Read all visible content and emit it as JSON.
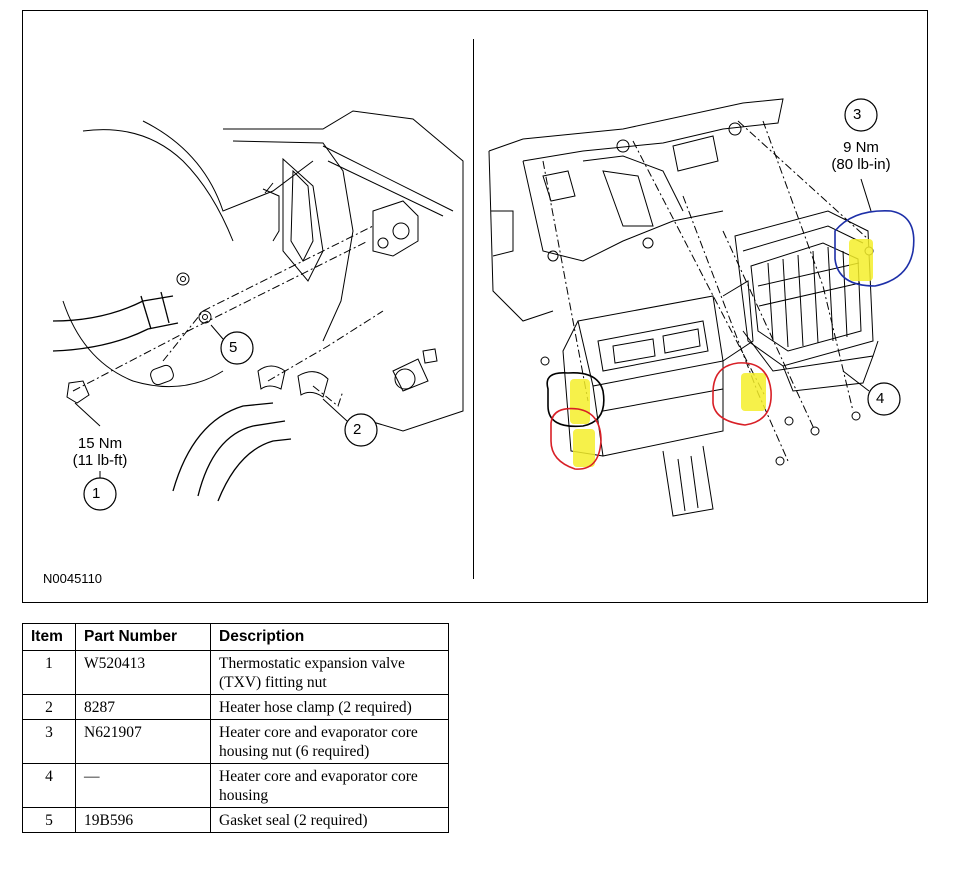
{
  "figure": {
    "id": "N0045110",
    "left_callouts": [
      {
        "number": "1",
        "torque_nm": "15 Nm",
        "torque_imperial": "(11 lb-ft)"
      },
      {
        "number": "2"
      },
      {
        "number": "5"
      }
    ],
    "right_callouts": [
      {
        "number": "3",
        "torque_nm": "9 Nm",
        "torque_imperial": "(80 lb-in)"
      },
      {
        "number": "4"
      }
    ],
    "markup_colors": {
      "highlight": "#f5ef2a",
      "black_circle": "#000000",
      "red_circle": "#d81f26",
      "blue_circle": "#1d2fa8"
    }
  },
  "table": {
    "headers": [
      "Item",
      "Part Number",
      "Description"
    ],
    "rows": [
      {
        "item": "1",
        "part_number": "W520413",
        "description": "Thermostatic expansion valve (TXV) fitting nut"
      },
      {
        "item": "2",
        "part_number": "8287",
        "description": "Heater hose clamp (2 required)"
      },
      {
        "item": "3",
        "part_number": "N621907",
        "description": "Heater core and evaporator core housing nut (6 required)"
      },
      {
        "item": "4",
        "part_number": "—",
        "description": "Heater core and evaporator core housing"
      },
      {
        "item": "5",
        "part_number": "19B596",
        "description": "Gasket seal (2 required)"
      }
    ]
  }
}
